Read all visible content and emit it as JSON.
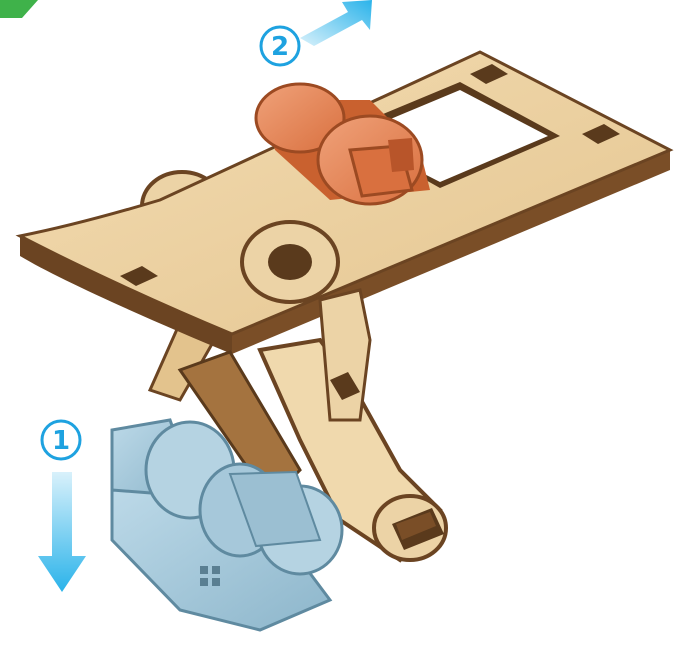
{
  "steps": [
    {
      "number": "1",
      "direction": "down"
    },
    {
      "number": "2",
      "direction": "up-right"
    }
  ],
  "colors": {
    "step_accent": "#1ea2e0",
    "arrow_gradient": [
      "#d9f1fb",
      "#2ab3ea"
    ],
    "birch_wood": "#ecd3a6",
    "wood_edge_dark": "#6b4422",
    "highlighted_part_orange": "#e98a5c",
    "highlighted_part_blue": "#a6c8da",
    "corner_tab_green": "#3fb24a"
  },
  "icons": [
    "arrow-down-icon",
    "arrow-up-right-icon",
    "step-badge-icon"
  ]
}
